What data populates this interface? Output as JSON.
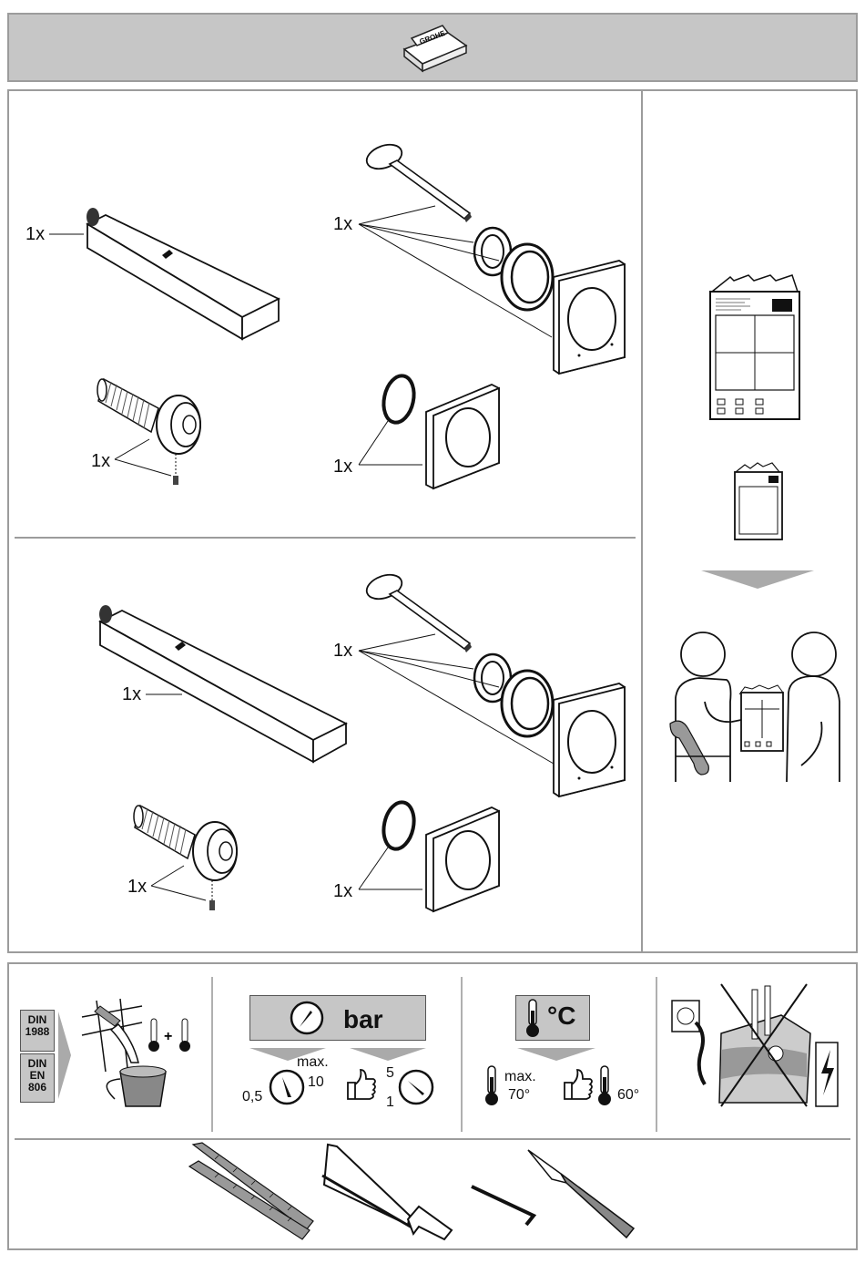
{
  "header": {
    "logo_text": "GROHE"
  },
  "variant_top": {
    "body_qty": "1x",
    "lever_set_qty": "1x",
    "sleeve_qty": "1x",
    "plate_qty": "1x"
  },
  "variant_bottom": {
    "body_qty": "1x",
    "lever_set_qty": "1x",
    "sleeve_qty": "1x",
    "plate_qty": "1x"
  },
  "requirements": {
    "din_top": [
      "DIN",
      "1988"
    ],
    "din_bottom": [
      "DIN",
      "EN",
      "806"
    ],
    "pressure_unit": "bar",
    "pressure_max_label": "max.",
    "pressure_max_value": "10",
    "pressure_min_value": "0,5",
    "pressure_rec_high": "5",
    "pressure_rec_low": "1",
    "temp_unit": "°C",
    "temp_max_label": "max.",
    "temp_max_value": "70°",
    "temp_rec_value": "60°"
  }
}
